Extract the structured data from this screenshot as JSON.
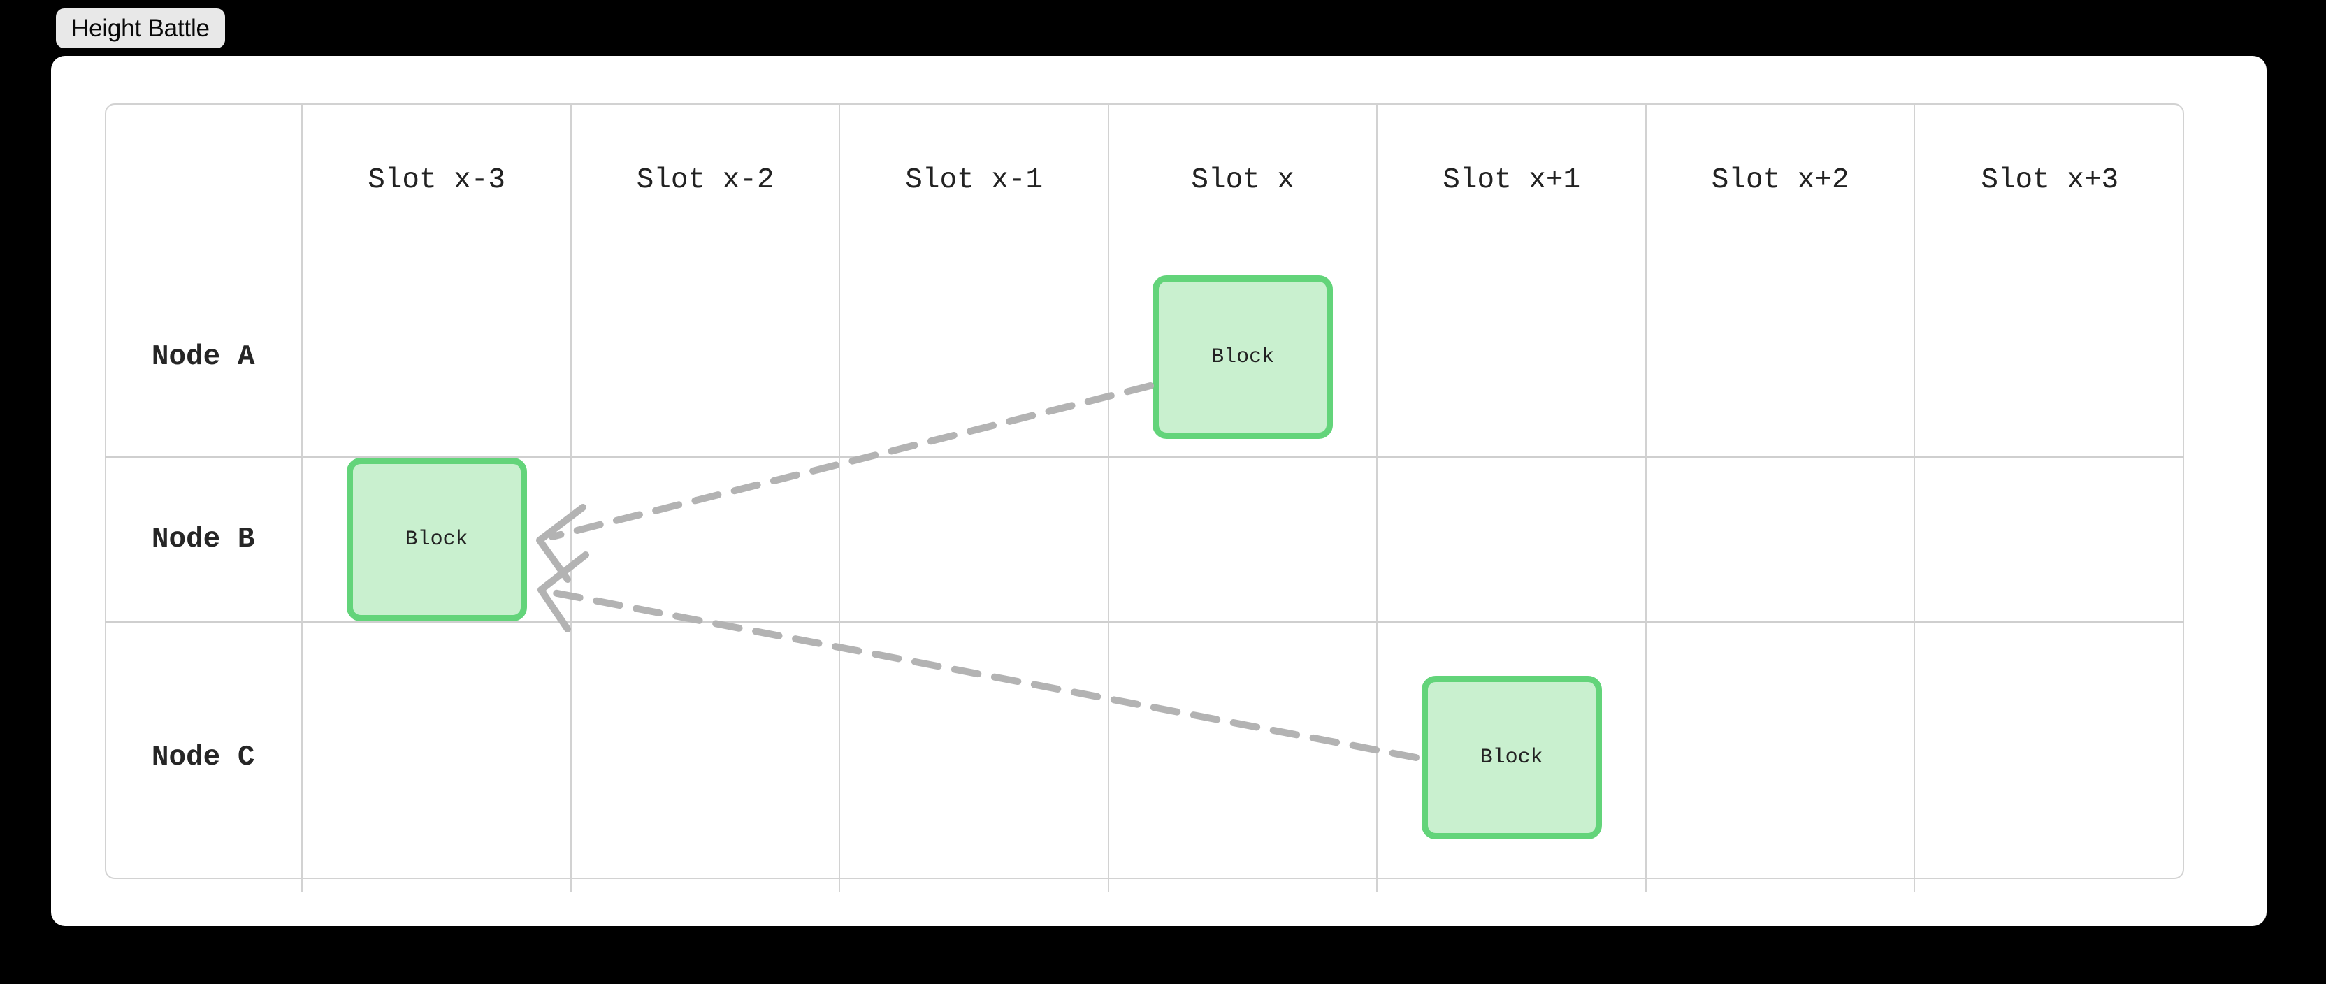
{
  "page": {
    "background_color": "#000000",
    "card_background": "#ffffff"
  },
  "title_badge": {
    "label": "Height Battle",
    "background_color": "#e8e8e8",
    "text_color": "#080808"
  },
  "grid": {
    "corner_header": "",
    "column_headers": [
      "Slot x-3",
      "Slot x-2",
      "Slot x-1",
      "Slot x",
      "Slot x+1",
      "Slot x+2",
      "Slot x+3"
    ],
    "rows": [
      {
        "label": "Node A",
        "cells": [
          "",
          "",
          "",
          "Block",
          "",
          "",
          ""
        ]
      },
      {
        "label": "Node B",
        "cells": [
          "Block",
          "",
          "",
          "",
          "",
          "",
          ""
        ]
      },
      {
        "label": "Node C",
        "cells": [
          "",
          "",
          "",
          "",
          "Block",
          "",
          ""
        ]
      }
    ],
    "grid_line_color": "#d2d2d2"
  },
  "block": {
    "label": "Block",
    "fill_color": "#c9f0cf",
    "border_color": "#63d47a",
    "text_color": "#222222"
  },
  "arrows": {
    "color": "#b3b3b3",
    "style": "dashed",
    "head_style": "open-chevron",
    "connections": [
      {
        "from_node": "Node A",
        "from_slot": "Slot x",
        "to_node": "Node B",
        "to_slot": "Slot x-3"
      },
      {
        "from_node": "Node C",
        "from_slot": "Slot x+1",
        "to_node": "Node B",
        "to_slot": "Slot x-3"
      }
    ]
  }
}
